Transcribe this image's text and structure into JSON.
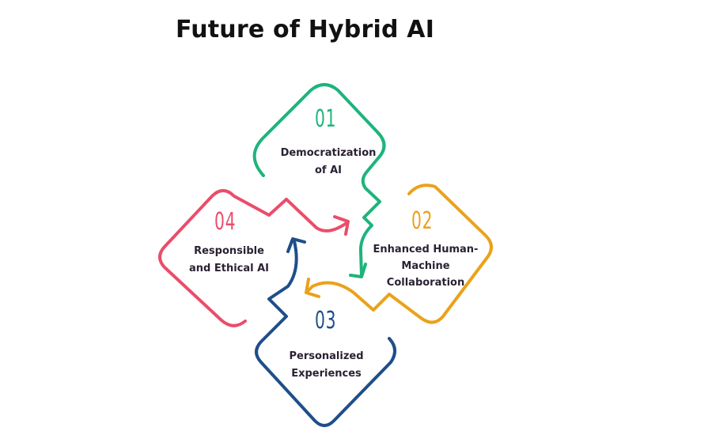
{
  "title": "Future of Hybrid AI",
  "colors": {
    "green": "#1db47c",
    "orange": "#eaa21a",
    "blue": "#1f4e8a",
    "pink": "#ea4d6a",
    "text": "#2a2233",
    "title": "#111111"
  },
  "steps": [
    {
      "number": "01",
      "label_lines": [
        "Democratization",
        "of AI"
      ],
      "color": "#1db47c"
    },
    {
      "number": "02",
      "label_lines": [
        "Enhanced Human-",
        "Machine",
        "Collaboration"
      ],
      "color": "#eaa21a"
    },
    {
      "number": "03",
      "label_lines": [
        "Personalized",
        "Experiences"
      ],
      "color": "#1f4e8a"
    },
    {
      "number": "04",
      "label_lines": [
        "Responsible",
        "and Ethical AI"
      ],
      "color": "#ea4d6a"
    }
  ]
}
